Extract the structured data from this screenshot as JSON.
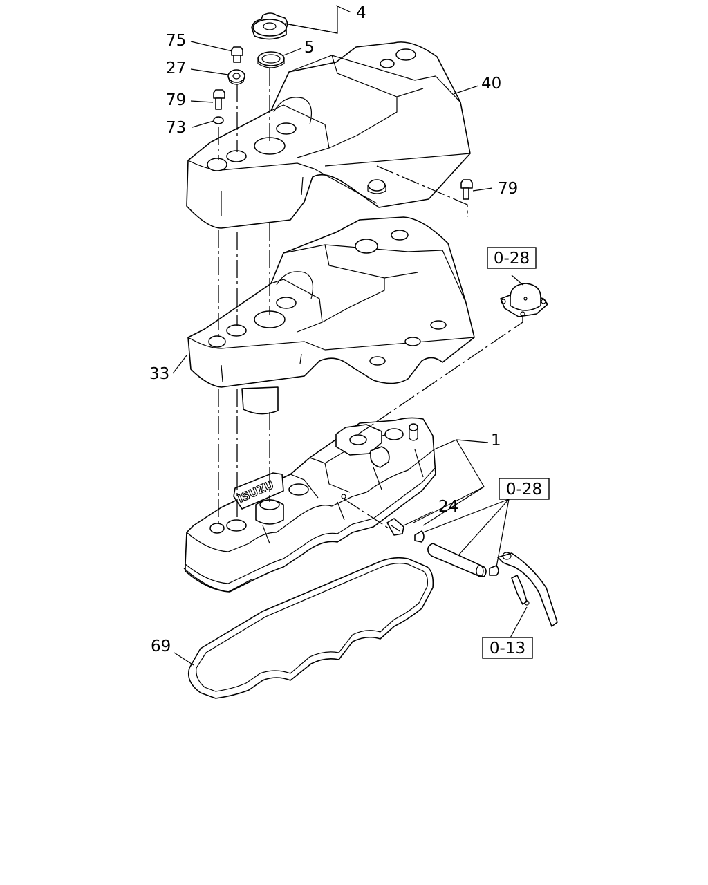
{
  "diagram": {
    "callouts": {
      "c4": "4",
      "c5": "5",
      "c75": "75",
      "c27": "27",
      "c79a": "79",
      "c73": "73",
      "c40": "40",
      "c79b": "79",
      "c33": "33",
      "c1": "1",
      "c24": "24",
      "c69": "69"
    },
    "references": {
      "ref_028_top": "0-28",
      "ref_028_mid": "0-28",
      "ref_013": "0-13"
    },
    "stamp_text": "ISUZU"
  }
}
